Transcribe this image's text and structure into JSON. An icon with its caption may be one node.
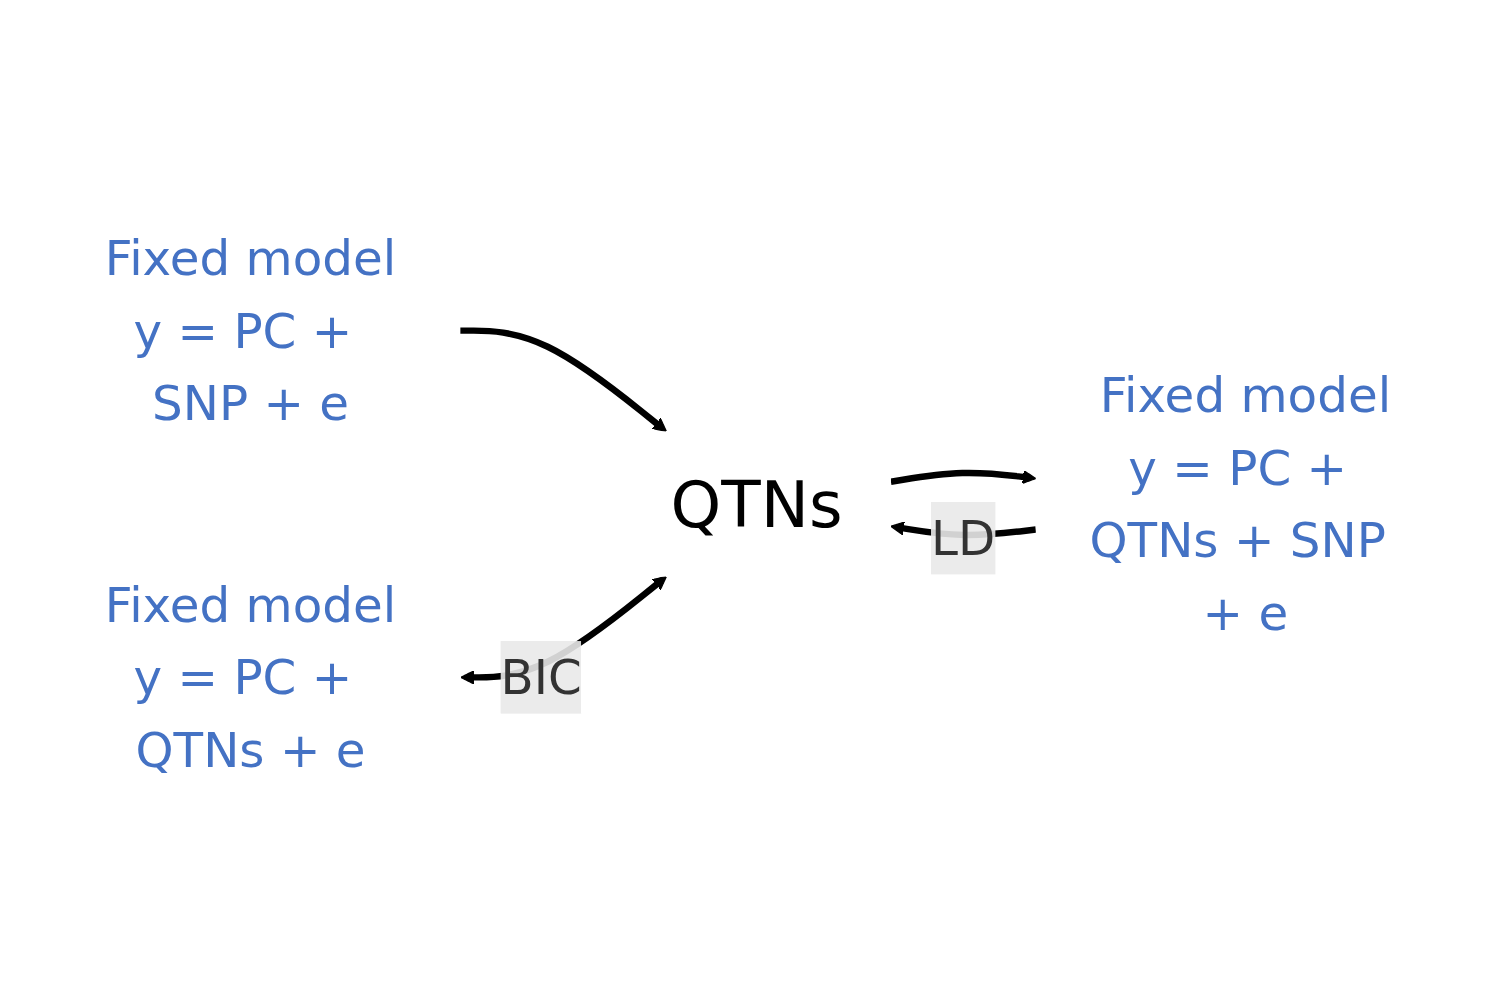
{
  "diagram": {
    "nodes": [
      {
        "text": [
          "Fixed model",
          "y = PC + SNP + e"
        ]
      },
      {
        "text": [
          "Fixed model",
          "y = PC + QTNs + e"
        ]
      },
      {
        "text": [
          "QTNs"
        ]
      },
      {
        "text": [
          "Fixed model",
          "y = PC + QTNs + SNP + e"
        ]
      }
    ],
    "edges": [
      {
        "from": 0,
        "to": 2,
        "arrow": "to"
      },
      {
        "from": 1,
        "to": 2,
        "label": "BIC",
        "arrow": "both"
      },
      {
        "from": 3,
        "to": 2,
        "label": "LD",
        "arrow": "to"
      },
      {
        "from": 2,
        "to": 3,
        "arrow": "to"
      }
    ]
  }
}
